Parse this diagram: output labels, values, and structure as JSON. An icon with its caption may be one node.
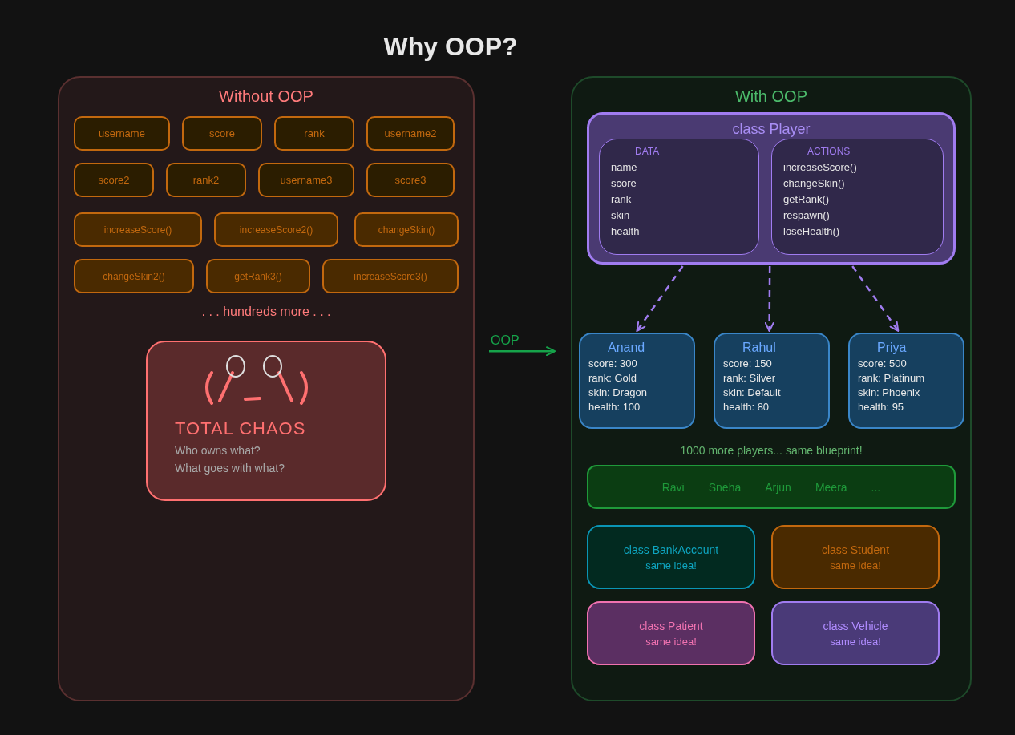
{
  "diagram": {
    "title": "Why OOP?",
    "nodes": [
      {
        "text": [
          "Without OOP"
        ]
      },
      {
        "text": [
          "username"
        ],
        "in": 0
      },
      {
        "text": [
          "score"
        ],
        "in": 0
      },
      {
        "text": [
          "rank"
        ],
        "in": 0
      },
      {
        "text": [
          "username2"
        ],
        "in": 0
      },
      {
        "text": [
          "score2"
        ],
        "in": 0
      },
      {
        "text": [
          "rank2"
        ],
        "in": 0
      },
      {
        "text": [
          "username3"
        ],
        "in": 0
      },
      {
        "text": [
          "score3"
        ],
        "in": 0
      },
      {
        "text": [
          "increaseScore()"
        ],
        "in": 0
      },
      {
        "text": [
          "increaseScore2()"
        ],
        "in": 0
      },
      {
        "text": [
          "changeSkin()"
        ],
        "in": 0
      },
      {
        "text": [
          "changeSkin2()"
        ],
        "in": 0
      },
      {
        "text": [
          "getRank3()"
        ],
        "in": 0
      },
      {
        "text": [
          "increaseScore3()"
        ],
        "in": 0
      },
      {
        "text": [
          "TOTAL CHAOS",
          "Who owns what?",
          "What goes with what?"
        ],
        "in": 0
      },
      {
        "text": [
          "With OOP"
        ]
      },
      {
        "text": [
          "class Player"
        ],
        "in": 16
      },
      {
        "text": [
          "DATA",
          "name",
          "score",
          "rank",
          "skin",
          "health"
        ],
        "in": 17
      },
      {
        "text": [
          "ACTIONS",
          "increaseScore()",
          "changeSkin()",
          "getRank()",
          "respawn()",
          "loseHealth()"
        ],
        "in": 17
      },
      {
        "text": [
          "Anand",
          "score: 300",
          "rank: Gold",
          "skin: Dragon",
          "health: 100"
        ],
        "in": 16
      },
      {
        "text": [
          "Rahul",
          "score: 150",
          "rank: Silver",
          "skin: Default",
          "health: 80"
        ],
        "in": 16
      },
      {
        "text": [
          "Priya",
          "score: 500",
          "rank: Platinum",
          "skin: Phoenix",
          "health: 95"
        ],
        "in": 16
      },
      {
        "text": [
          "Ravi",
          "Sneha",
          "Arjun",
          "Meera",
          "..."
        ],
        "in": 16
      },
      {
        "text": [
          "class BankAccount",
          "same idea!"
        ],
        "in": 16
      },
      {
        "text": [
          "class Student",
          "same idea!"
        ],
        "in": 16
      },
      {
        "text": [
          "class Patient",
          "same idea!"
        ],
        "in": 16
      },
      {
        "text": [
          "class Vehicle",
          "same idea!"
        ],
        "in": 16
      }
    ],
    "edges": [
      {
        "from": 17,
        "to": 20,
        "arrow": "to",
        "style": "dashed"
      },
      {
        "from": 17,
        "to": 21,
        "arrow": "to",
        "style": "dashed"
      },
      {
        "from": 17,
        "to": 22,
        "arrow": "to",
        "style": "dashed"
      },
      {
        "from": 0,
        "to": 16,
        "arrow": "to",
        "label": "OOP",
        "color": "#16a34a"
      }
    ],
    "labels": [
      ". . . hundreds more . . .",
      "1000 more players... same blueprint!"
    ]
  }
}
